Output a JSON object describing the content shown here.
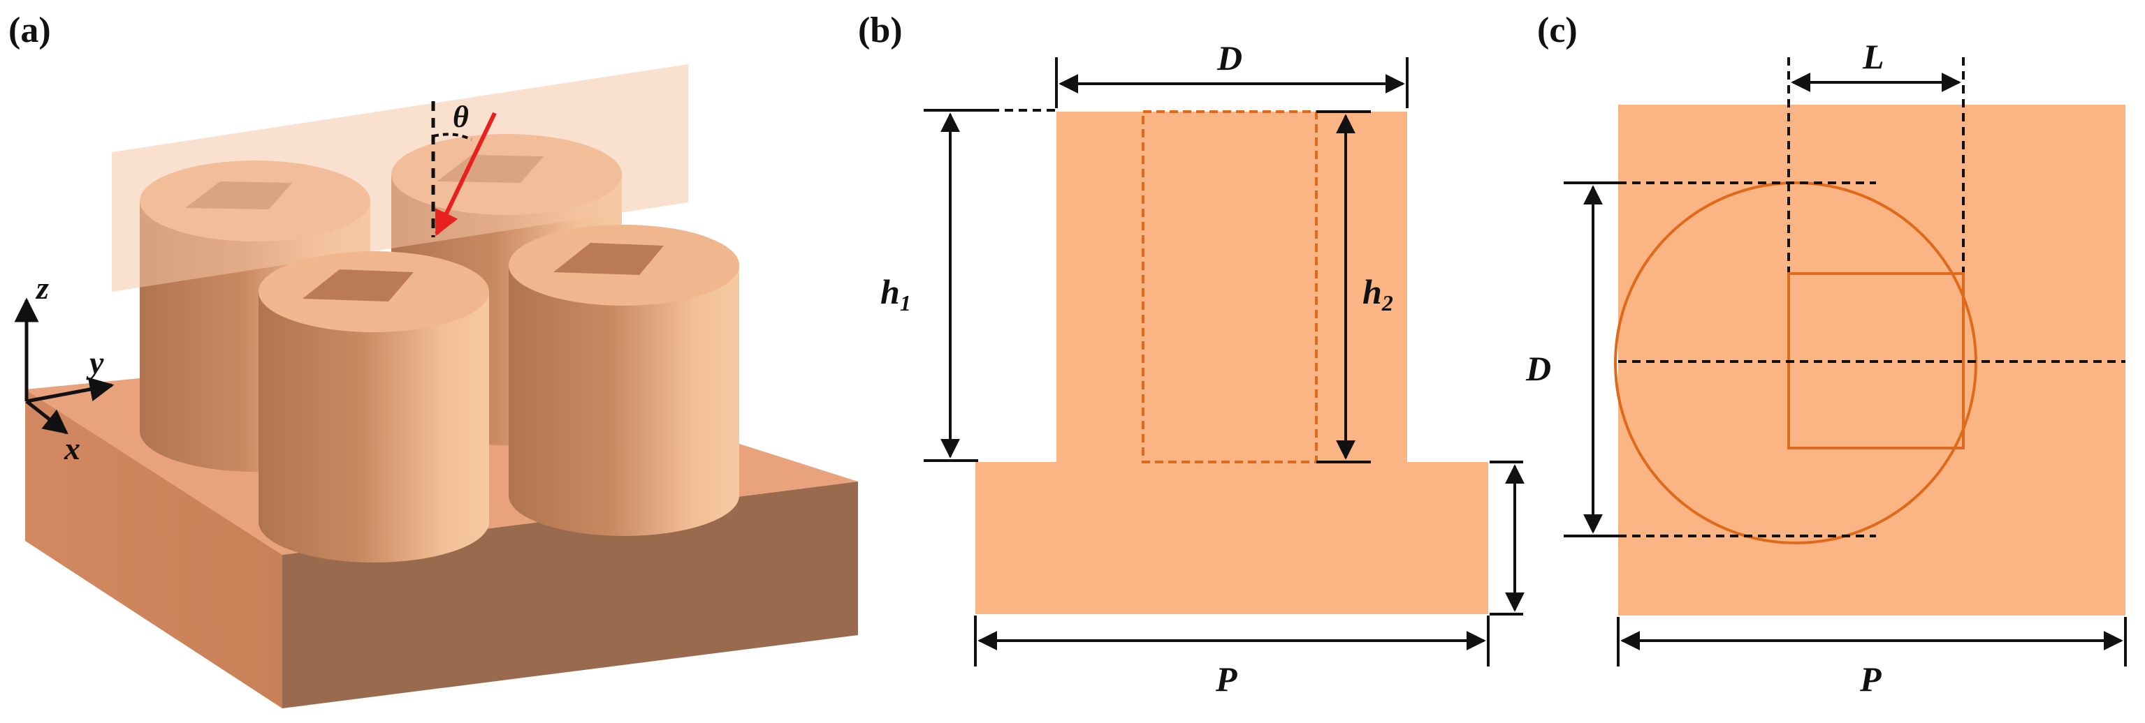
{
  "panels": {
    "a": {
      "label": "(a)"
    },
    "b": {
      "label": "(b)"
    },
    "c": {
      "label": "(c)"
    }
  },
  "axes": {
    "z": "z",
    "y": "y",
    "x": "x"
  },
  "angle": {
    "theta": "θ"
  },
  "dimensions": {
    "b_D": "D",
    "b_h1_main": "h",
    "b_h1_sub": "1",
    "b_h2_main": "h",
    "b_h2_sub": "2",
    "b_P": "P",
    "c_L": "L",
    "c_D": "D",
    "c_P": "P"
  },
  "colors": {
    "substrate_top": "#e8a27c",
    "substrate_front": "#d98c61",
    "substrate_side": "#9a6a4e",
    "cylinder_light": "#f5c096",
    "cylinder_dark": "#a86e4c",
    "plane": "#f6c7a6",
    "section_fill": "#fbb584",
    "outline_orange": "#e06a1b",
    "incident_ray": "#e82020"
  }
}
